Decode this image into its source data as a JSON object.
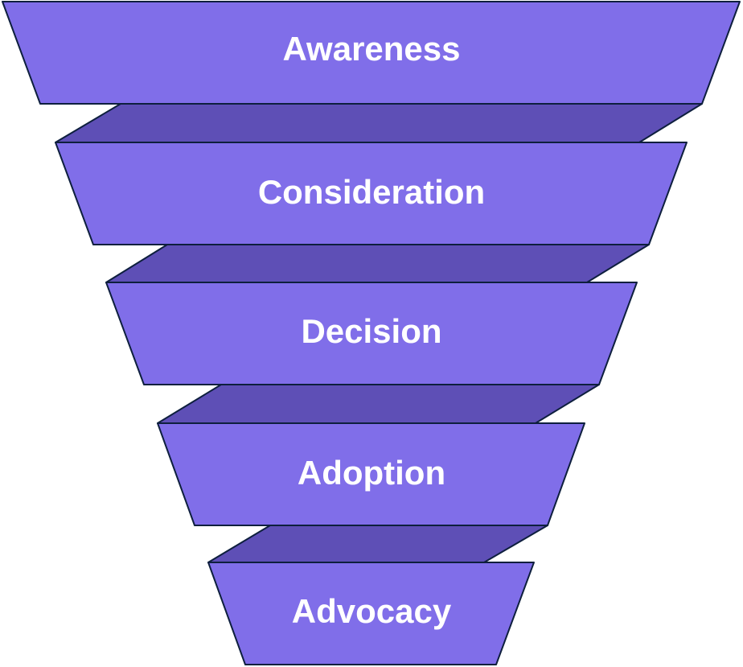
{
  "diagram": {
    "type": "funnel",
    "colors": {
      "stage": "#806EE9",
      "connector": "#5E4FB6",
      "outline": "#0E1F3E",
      "text": "#FFFFFF"
    },
    "stages": [
      {
        "label": "Awareness"
      },
      {
        "label": "Consideration"
      },
      {
        "label": "Decision"
      },
      {
        "label": "Adoption"
      },
      {
        "label": "Advocacy"
      }
    ]
  }
}
